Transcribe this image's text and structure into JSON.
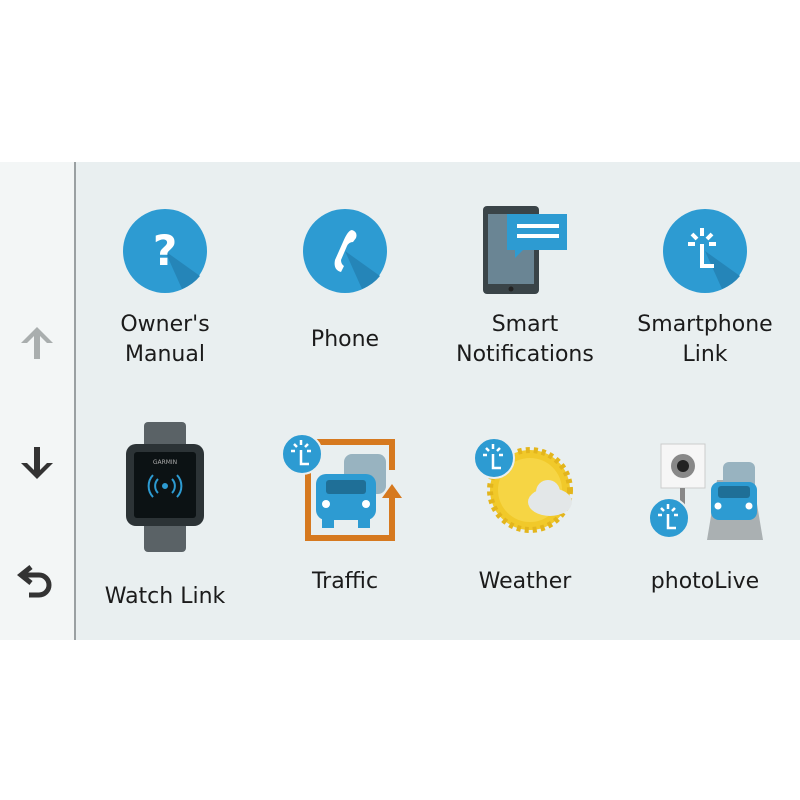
{
  "sidebar": {
    "items": [
      {
        "icon": "arrow-up-icon",
        "state": "disabled"
      },
      {
        "icon": "arrow-down-icon"
      },
      {
        "icon": "back-icon"
      }
    ]
  },
  "tiles": [
    {
      "label1": "Owner's",
      "label2": "Manual",
      "icon": "help-icon"
    },
    {
      "label1": "Phone",
      "icon": "phone-icon"
    },
    {
      "label1": "Smart",
      "label2": "Notifications",
      "icon": "notifications-icon"
    },
    {
      "label1": "Smartphone",
      "label2": "Link",
      "icon": "smartphone-link-icon"
    },
    {
      "label1": "Watch Link",
      "icon": "watch-icon",
      "watch_brand": "GARMIN"
    },
    {
      "label1": "Traffic",
      "icon": "traffic-icon"
    },
    {
      "label1": "Weather",
      "icon": "weather-icon"
    },
    {
      "label1": "photoLive",
      "icon": "photolive-icon"
    }
  ],
  "colors": {
    "accent": "#2d9bd2",
    "orange": "#d6791f",
    "panel": "#e9eff0"
  }
}
